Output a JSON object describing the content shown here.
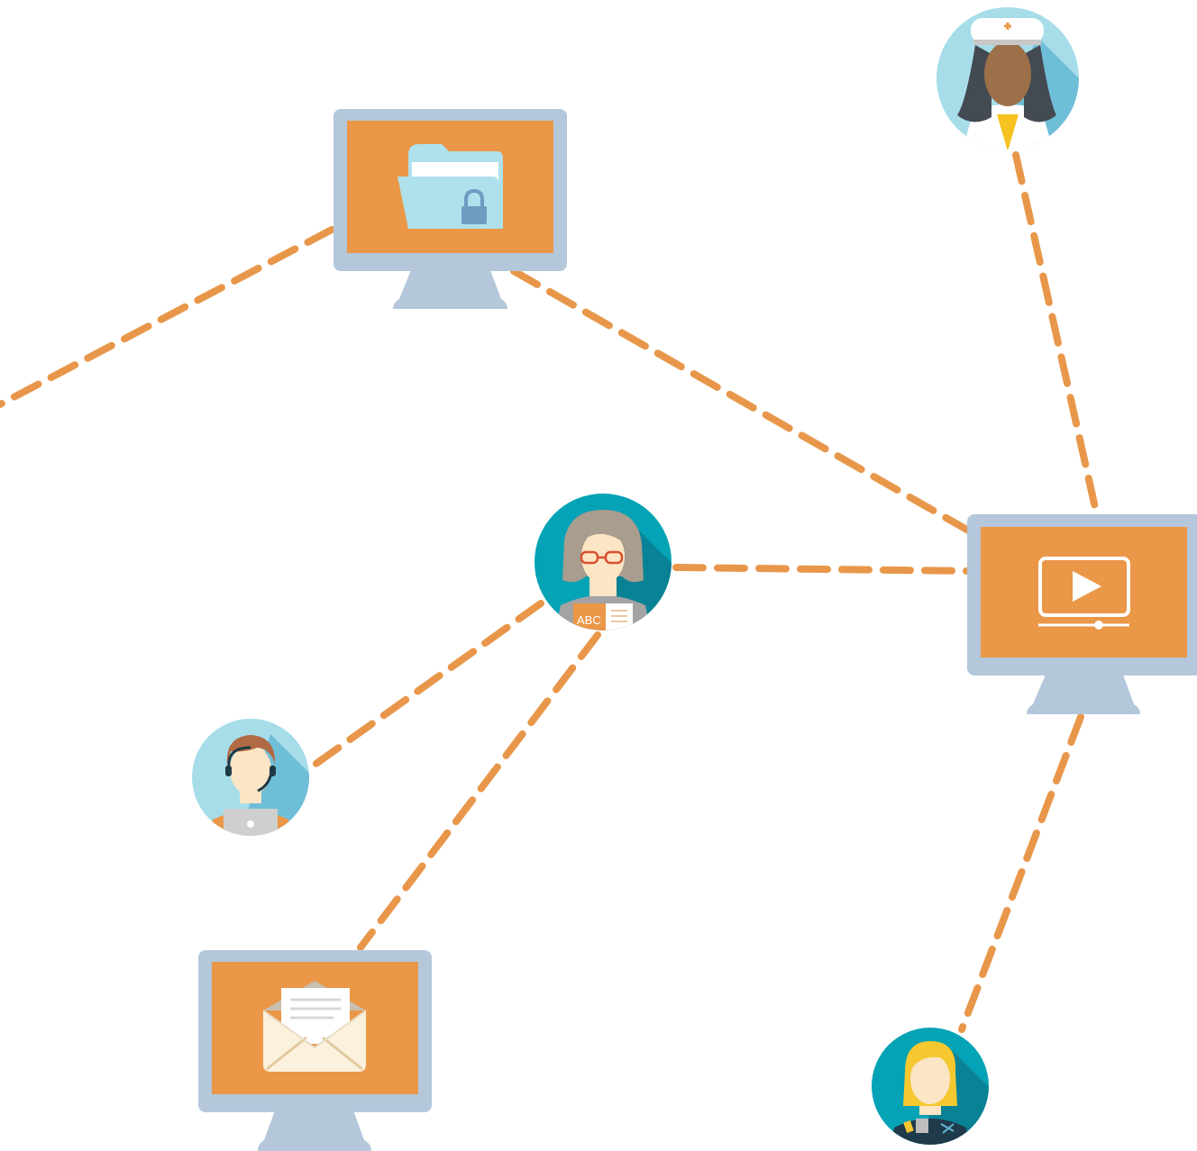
{
  "colors": {
    "connector": "#E8974A",
    "screen": "#EA9747",
    "monitor_frame": "#B4C7DB",
    "avatar_light_bg": "#A6DDE9",
    "avatar_dark_bg": "#04A3B5",
    "skin_light": "#FBE5C4",
    "skin_dark": "#9C7048",
    "hair_grey": "#A89D8E",
    "hair_brown": "#B16A45",
    "hair_blonde": "#F6C82F",
    "folder": "#AEE1EC",
    "lock": "#6C9CC0",
    "envelope": "#FBF1DC"
  },
  "nodes": [
    {
      "id": "monitor-secure-files",
      "kind": "monitor",
      "icon": "locked-folder-icon"
    },
    {
      "id": "monitor-video",
      "kind": "monitor",
      "icon": "video-player-icon"
    },
    {
      "id": "monitor-email",
      "kind": "monitor",
      "icon": "envelope-icon"
    },
    {
      "id": "avatar-nurse",
      "kind": "person",
      "icon": "nurse-avatar-icon"
    },
    {
      "id": "avatar-teacher",
      "kind": "person",
      "icon": "teacher-avatar-icon"
    },
    {
      "id": "avatar-support-agent",
      "kind": "person",
      "icon": "support-agent-avatar-icon"
    },
    {
      "id": "avatar-student",
      "kind": "person",
      "icon": "student-avatar-icon"
    }
  ],
  "edges": [
    {
      "from": "monitor-secure-files",
      "to": "offscreen-left"
    },
    {
      "from": "monitor-secure-files",
      "to": "monitor-video"
    },
    {
      "from": "avatar-nurse",
      "to": "monitor-video"
    },
    {
      "from": "avatar-teacher",
      "to": "monitor-video"
    },
    {
      "from": "avatar-teacher",
      "to": "avatar-support-agent"
    },
    {
      "from": "avatar-teacher",
      "to": "monitor-email"
    },
    {
      "from": "monitor-video",
      "to": "avatar-student"
    }
  ],
  "book_label": "ABC"
}
